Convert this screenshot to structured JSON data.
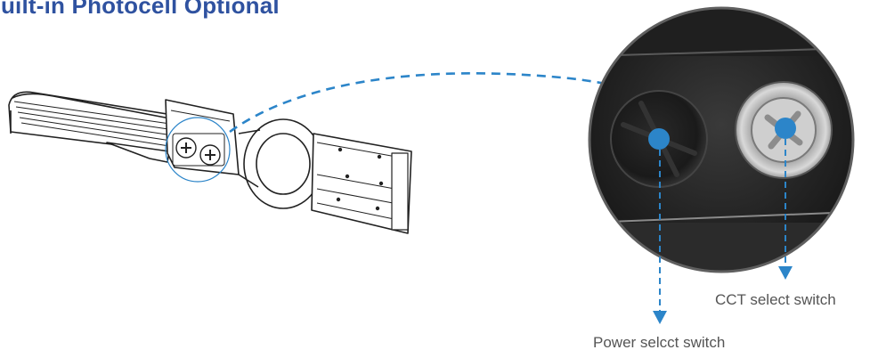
{
  "heading": {
    "text": "Built-in Photocell Optional",
    "color": "#2f52a0"
  },
  "callouts": {
    "cct_select": {
      "label": "CCT select switch"
    },
    "power_select": {
      "label": "Power selcct switch"
    }
  },
  "colors": {
    "accent": "#2c85c9",
    "label_text": "#555555",
    "fixture_outline": "#222222",
    "panel_dark": "#2a2a2a"
  }
}
